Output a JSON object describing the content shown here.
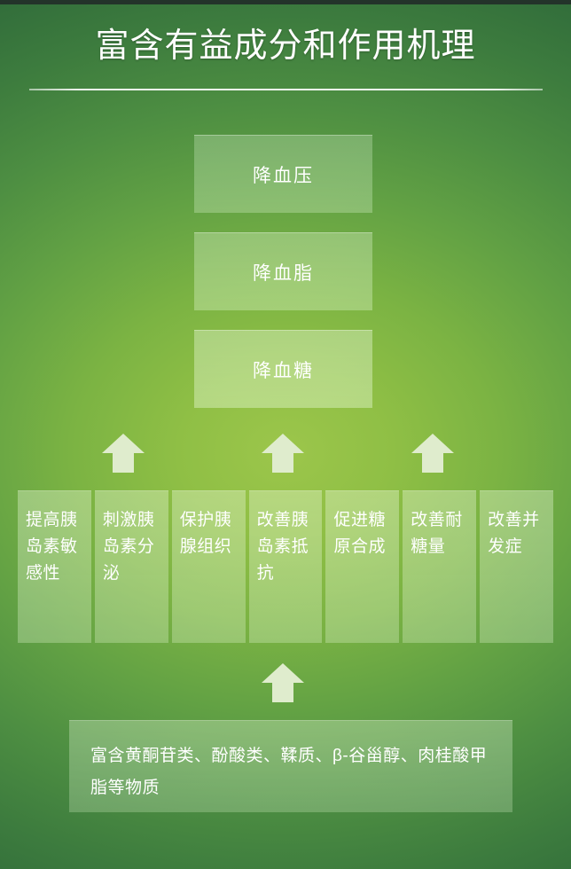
{
  "header": {
    "title": "富含有益成分和作用机理"
  },
  "effects": [
    {
      "label": "降血压"
    },
    {
      "label": "降血脂"
    },
    {
      "label": "降血糖"
    }
  ],
  "mechanisms": [
    {
      "label": "提高胰岛素敏感性"
    },
    {
      "label": "刺激胰岛素分泌"
    },
    {
      "label": "保护胰腺组织"
    },
    {
      "label": "改善胰岛素抵抗"
    },
    {
      "label": "促进糖原合成"
    },
    {
      "label": "改善耐糖量"
    },
    {
      "label": "改善并发症"
    }
  ],
  "arrows": {
    "middle_count": 3,
    "bottom_count": 1,
    "icon": "arrow-up-icon",
    "color": "#dfeccd"
  },
  "source": {
    "text": "富含黄酮苷类、酚酸类、鞣质、β-谷甾醇、肉桂酸甲脂等物质"
  },
  "theme": {
    "background_center": "#9cc64b",
    "background_edge": "#2e6738",
    "top_bar": "#23332a",
    "text": "#ffffff",
    "box_fill": "rgba(240,255,230,0.32)"
  }
}
